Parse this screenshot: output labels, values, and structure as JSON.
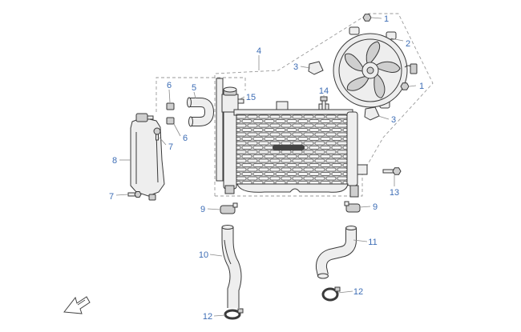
{
  "callouts": [
    "1",
    "2",
    "4",
    "3",
    "6",
    "5",
    "14",
    "15",
    "1",
    "3",
    "6",
    "7",
    "8",
    "13",
    "7",
    "9",
    "9",
    "11",
    "10",
    "12",
    "12"
  ],
  "icons": {
    "direction": "direction-arrow-icon"
  },
  "colors": {
    "callout": "#3d6db5",
    "leader": "#8a8a8a",
    "outline": "#3a3a3a",
    "part_fill": "#eeeeee"
  }
}
